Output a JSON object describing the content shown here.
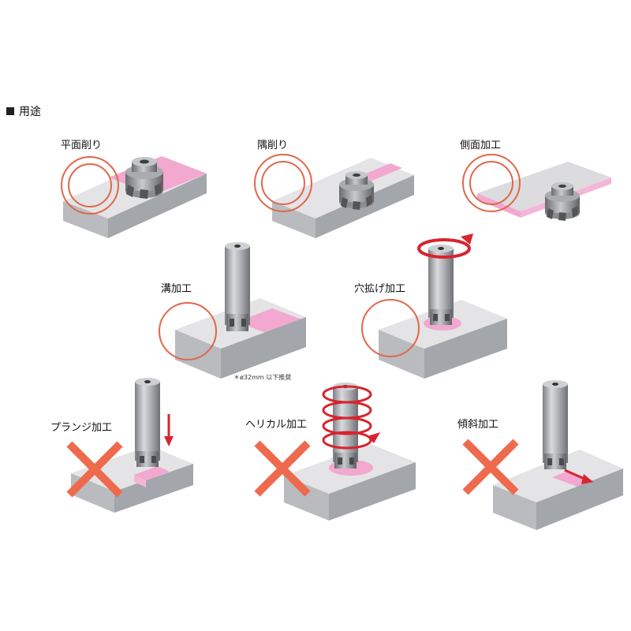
{
  "section_title": "用途",
  "items": [
    {
      "label": "平面削り"
    },
    {
      "label": "隅削り"
    },
    {
      "label": "側面加工"
    },
    {
      "label": "溝加工",
      "note": "＊ø32mm 以下推奨"
    },
    {
      "label": "穴拡げ加工"
    },
    {
      "label": "プランジ加工"
    },
    {
      "label": "ヘリカル加工"
    },
    {
      "label": "傾斜加工"
    }
  ],
  "colors": {
    "block_top": "#e4e4e6",
    "block_front": "#b9bbbf",
    "block_side": "#9fa2a7",
    "pink": "#f2a8cf",
    "circle": "#e0674a",
    "cross": "#ee6a4c",
    "arrow": "#d8242e"
  },
  "icons": [
    "face-mill-icon",
    "end-mill-icon",
    "circle-highlight-icon",
    "cross-icon",
    "arrow-icon"
  ]
}
